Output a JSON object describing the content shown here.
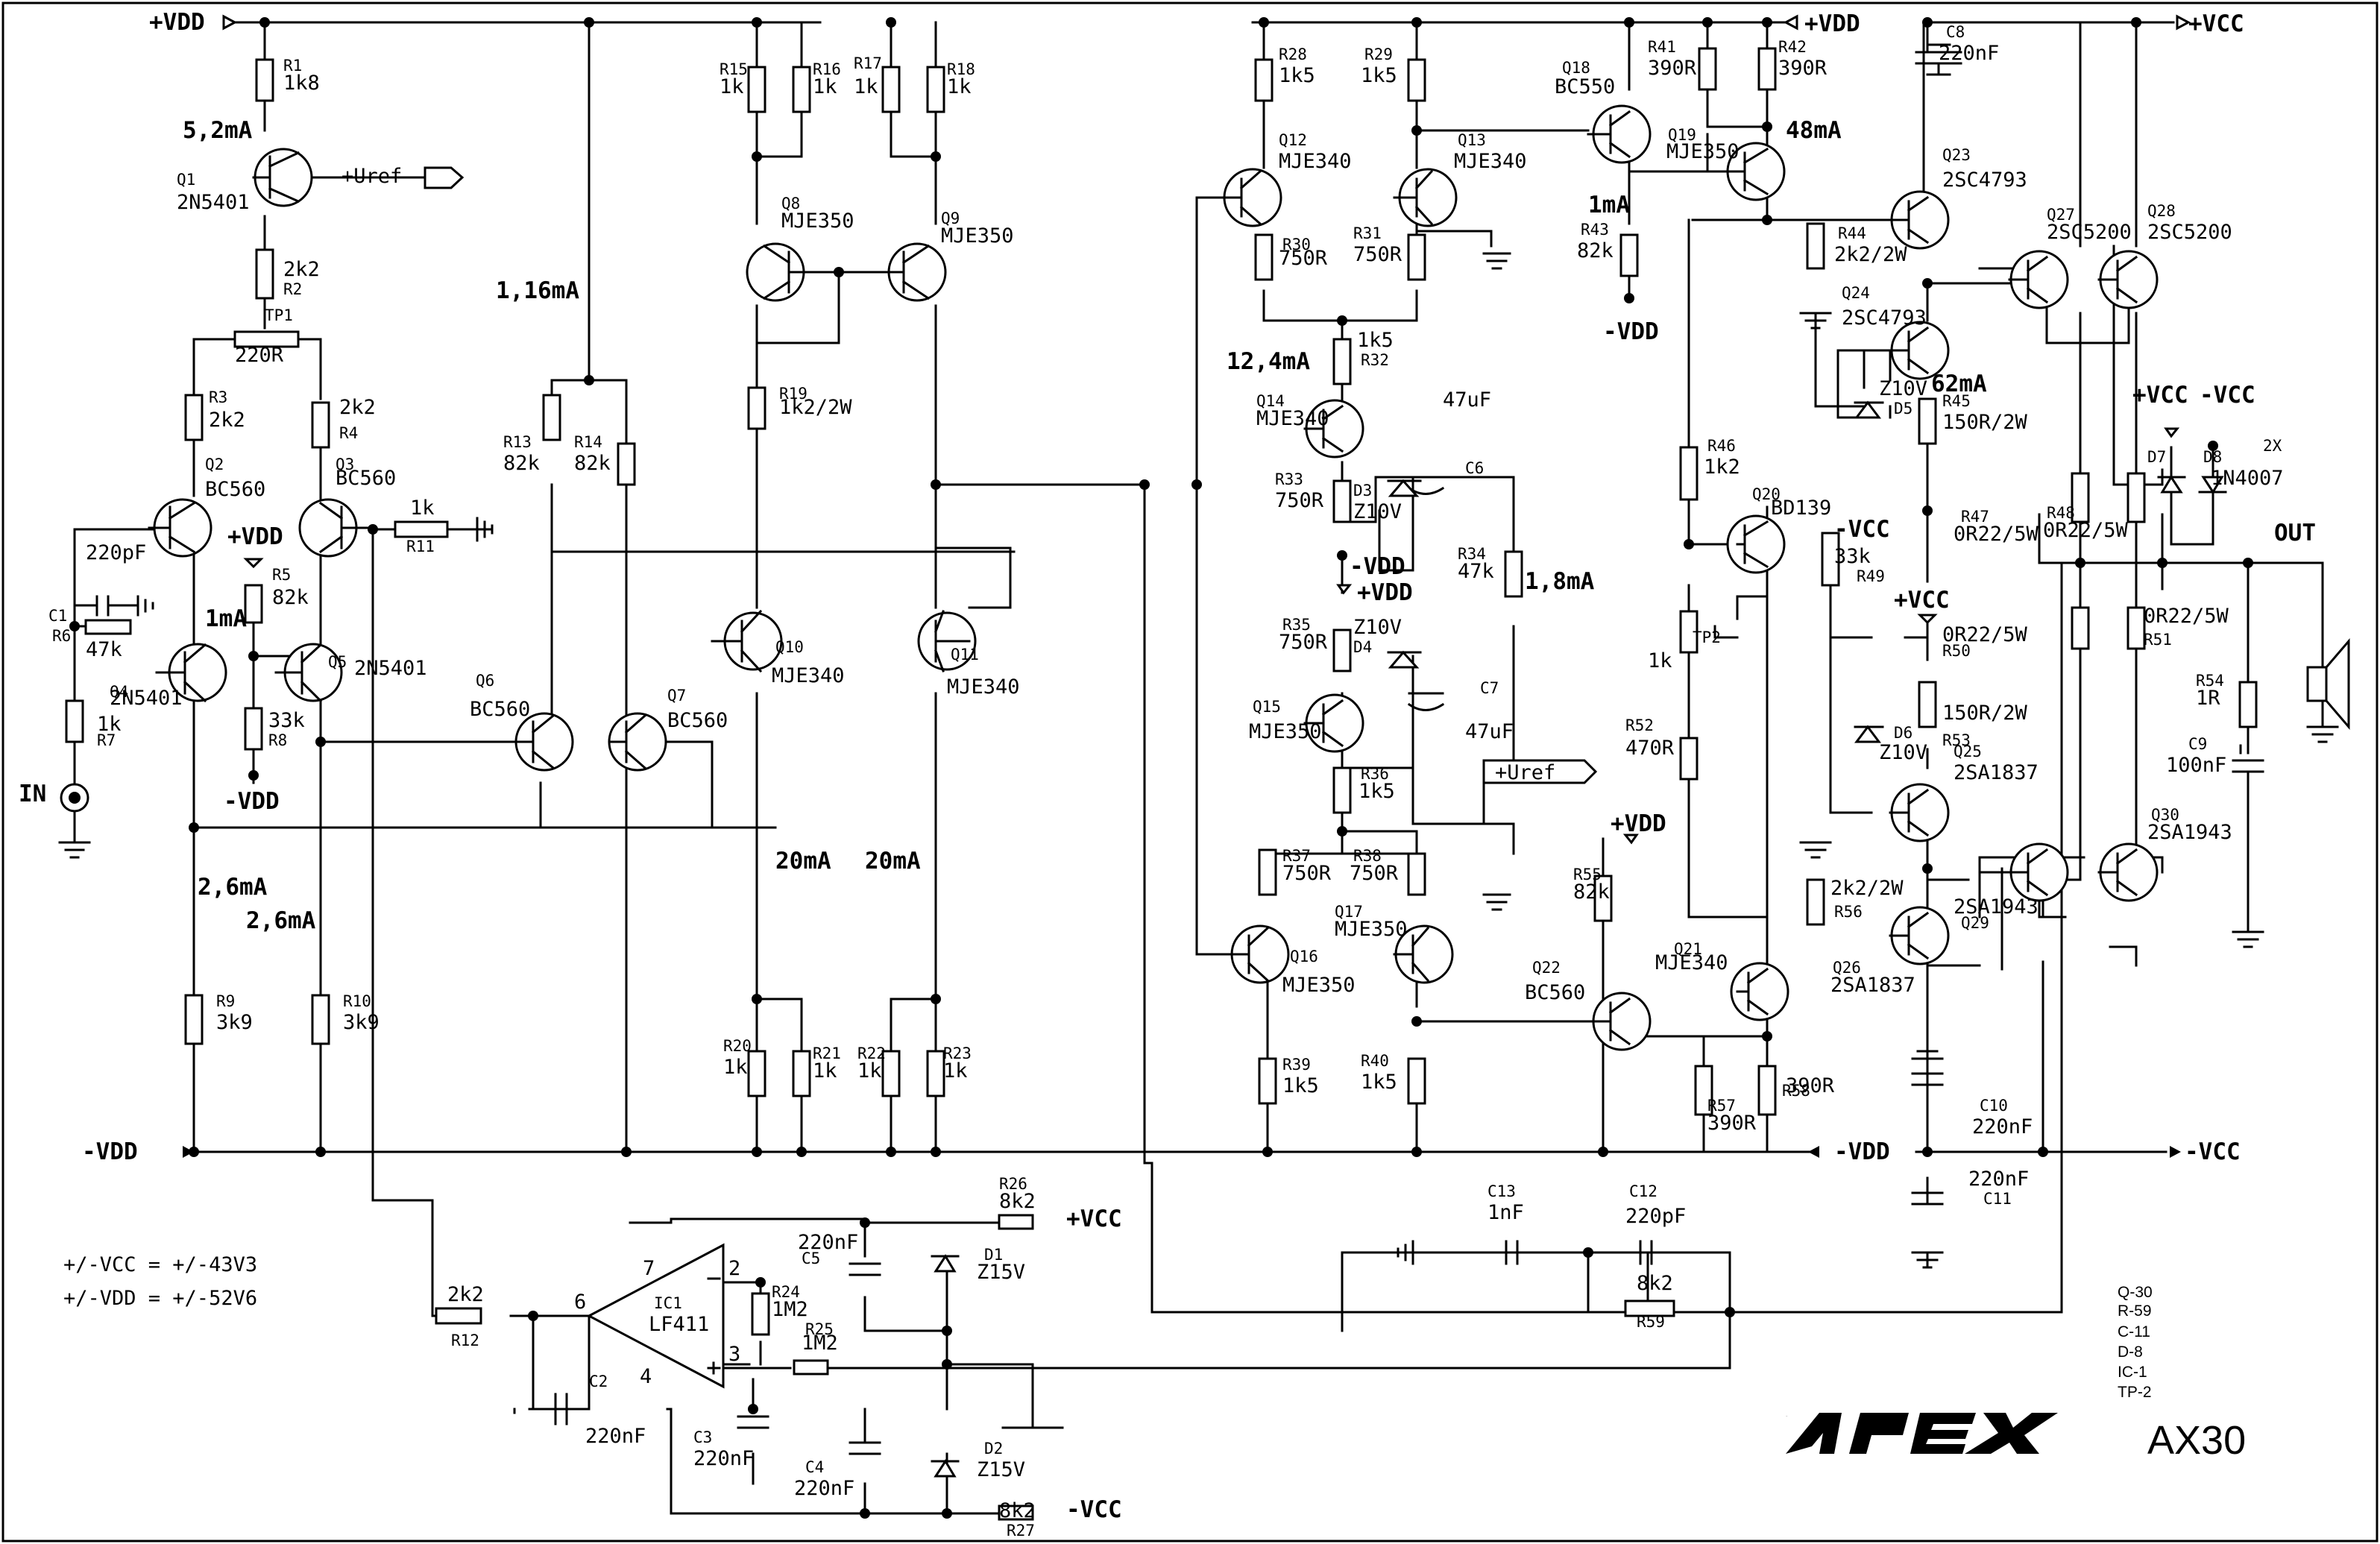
{
  "rails": {
    "vdd_pos": "+VDD",
    "vdd_neg": "-VDD",
    "vcc_pos": "+VCC",
    "vcc_neg": "-VCC",
    "uref": "+Uref",
    "in": "IN",
    "out": "OUT"
  },
  "currents": {
    "q1": "5,2mA",
    "front": "1,16mA",
    "q5": "1mA",
    "q4": "2,6mA",
    "q3": "2,6mA",
    "q10": "20mA",
    "q11": "20mA",
    "q14": "12,4mA",
    "r34": "1,8mA",
    "q18": "1mA",
    "q19": "48mA",
    "q24": "62mA"
  },
  "parts": {
    "R1": [
      "R1",
      "1k8"
    ],
    "R2": [
      "R2",
      "2k2"
    ],
    "TP1": [
      "TP1",
      "220R"
    ],
    "R3": [
      "R3",
      "2k2"
    ],
    "R4": [
      "R4",
      "2k2"
    ],
    "R5": [
      "R5",
      "82k"
    ],
    "R6": [
      "R6",
      "47k"
    ],
    "R7": [
      "R7",
      "1k"
    ],
    "R8": [
      "R8",
      "33k"
    ],
    "R9": [
      "R9",
      "3k9"
    ],
    "R10": [
      "R10",
      "3k9"
    ],
    "R11": [
      "R11",
      "1k"
    ],
    "R12": [
      "R12",
      "2k2"
    ],
    "R13": [
      "R13",
      "82k"
    ],
    "R14": [
      "R14",
      "82k"
    ],
    "R15": [
      "R15",
      "1k"
    ],
    "R16": [
      "R16",
      "1k"
    ],
    "R17": [
      "R17",
      "1k"
    ],
    "R18": [
      "R18",
      "1k"
    ],
    "R19": [
      "R19",
      "1k2/2W"
    ],
    "R20": [
      "R20",
      "1k"
    ],
    "R21": [
      "R21",
      "1k"
    ],
    "R22": [
      "R22",
      "1k"
    ],
    "R23": [
      "R23",
      "1k"
    ],
    "R24": [
      "R24",
      "1M2"
    ],
    "R25": [
      "R25",
      "1M2"
    ],
    "R26": [
      "R26",
      "8k2"
    ],
    "R27": [
      "R27",
      "8k2"
    ],
    "R28": [
      "R28",
      "1k5"
    ],
    "R29": [
      "R29",
      "1k5"
    ],
    "R30": [
      "R30",
      "750R"
    ],
    "R31": [
      "R31",
      "750R"
    ],
    "R32": [
      "R32",
      "1k5"
    ],
    "R33": [
      "R33",
      "750R"
    ],
    "R34": [
      "R34",
      "47k"
    ],
    "R35": [
      "R35",
      "750R"
    ],
    "R36": [
      "R36",
      "1k5"
    ],
    "R37": [
      "R37",
      "750R"
    ],
    "R38": [
      "R38",
      "750R"
    ],
    "R39": [
      "R39",
      "1k5"
    ],
    "R40": [
      "R40",
      "1k5"
    ],
    "R41": [
      "R41",
      "390R"
    ],
    "R42": [
      "R42",
      "390R"
    ],
    "R43": [
      "R43",
      "82k"
    ],
    "R44": [
      "R44",
      "2k2/2W"
    ],
    "R45": [
      "R45",
      "150R/2W"
    ],
    "R46": [
      "R46",
      "1k2"
    ],
    "R47": [
      "R47",
      "0R22/5W"
    ],
    "R48": [
      "R48",
      "0R22/5W"
    ],
    "R49": [
      "R49",
      "33k"
    ],
    "R50": [
      "R50",
      "0R22/5W"
    ],
    "R51": [
      "R51",
      "0R22/5W"
    ],
    "R52": [
      "R52",
      "470R"
    ],
    "TP2": [
      "TP2",
      "1k"
    ],
    "R53": [
      "R53",
      "150R/2W"
    ],
    "R54": [
      "R54",
      "1R"
    ],
    "R55": [
      "R55",
      "82k"
    ],
    "R56": [
      "R56",
      "2k2/2W"
    ],
    "R57": [
      "R57",
      "390R"
    ],
    "R58": [
      "R58",
      "390R"
    ],
    "R59": [
      "R59",
      "8k2"
    ],
    "C1": [
      "C1",
      "220pF"
    ],
    "C2": [
      "C2",
      "220nF"
    ],
    "C3": [
      "C3",
      "220nF"
    ],
    "C4": [
      "C4",
      "220nF"
    ],
    "C5": [
      "C5",
      "220nF"
    ],
    "C6": [
      "C6",
      "47uF"
    ],
    "C7": [
      "C7",
      "47uF"
    ],
    "C8": [
      "C8",
      "220nF"
    ],
    "C9": [
      "C9",
      "100nF"
    ],
    "C10": [
      "C10",
      "220nF"
    ],
    "C11": [
      "C11",
      "220nF"
    ],
    "C12": [
      "C12",
      "220pF"
    ],
    "C13": [
      "C13",
      "1nF"
    ],
    "D1": [
      "D1",
      "Z15V"
    ],
    "D2": [
      "D2",
      "Z15V"
    ],
    "D3": [
      "D3",
      "Z10V"
    ],
    "D4": [
      "D4",
      "Z10V"
    ],
    "D5": [
      "D5",
      "Z10V"
    ],
    "D6": [
      "D6",
      "Z10V"
    ],
    "D7": [
      "D7",
      "1N4007"
    ],
    "D8": [
      "D8",
      "1N4007"
    ],
    "D78": [
      "2X",
      "1N4007"
    ],
    "IC1": [
      "IC1",
      "LF411"
    ],
    "Q1": [
      "Q1",
      "2N5401"
    ],
    "Q2": [
      "Q2",
      "BC560"
    ],
    "Q3": [
      "Q3",
      "BC560"
    ],
    "Q4": [
      "Q4",
      "2N5401"
    ],
    "Q5": [
      "Q5",
      "2N5401"
    ],
    "Q6": [
      "Q6",
      "BC560"
    ],
    "Q7": [
      "Q7",
      "BC560"
    ],
    "Q8": [
      "Q8",
      "MJE350"
    ],
    "Q9": [
      "Q9",
      "MJE350"
    ],
    "Q10": [
      "Q10",
      "MJE340"
    ],
    "Q11": [
      "Q11",
      "MJE340"
    ],
    "Q12": [
      "Q12",
      "MJE340"
    ],
    "Q13": [
      "Q13",
      "MJE340"
    ],
    "Q14": [
      "Q14",
      "MJE340"
    ],
    "Q15": [
      "Q15",
      "MJE350"
    ],
    "Q16": [
      "Q16",
      "MJE350"
    ],
    "Q17": [
      "Q17",
      "MJE350"
    ],
    "Q18": [
      "Q18",
      "BC550"
    ],
    "Q19": [
      "Q19",
      "MJE350"
    ],
    "Q20": [
      "Q20",
      "BD139"
    ],
    "Q21": [
      "Q21",
      "MJE340"
    ],
    "Q22": [
      "Q22",
      "BC560"
    ],
    "Q23": [
      "Q23",
      "2SC4793"
    ],
    "Q24": [
      "Q24",
      "2SC4793"
    ],
    "Q25": [
      "Q25",
      "2SA1837"
    ],
    "Q26": [
      "Q26",
      "2SA1837"
    ],
    "Q27": [
      "Q27",
      "2SC5200"
    ],
    "Q28": [
      "Q28",
      "2SC5200"
    ],
    "Q29": [
      "Q29",
      "2SA1943"
    ],
    "Q30": [
      "Q30",
      "2SA1943"
    ]
  },
  "supply_notes": [
    "+/-VCC = +/-43V3",
    "+/-VDD = +/-52V6"
  ],
  "bom_counts": [
    "Q-30",
    "R-59",
    "C-11",
    "D-8",
    "IC-1",
    "TP-2"
  ],
  "brand": "APEX",
  "model": "AX30",
  "ic_pins": [
    "7",
    "2",
    "6",
    "3",
    "4"
  ]
}
